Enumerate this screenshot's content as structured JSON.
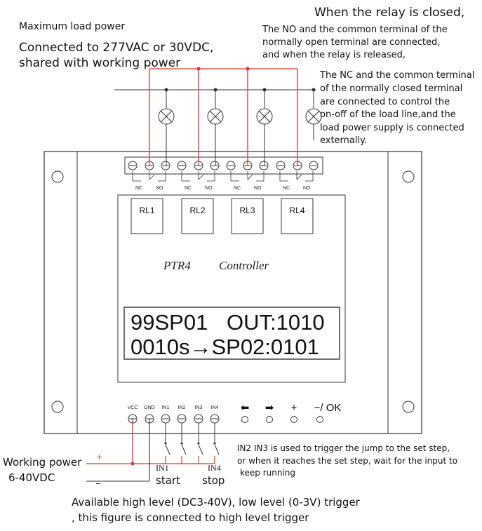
{
  "notes": {
    "max_load_title": "Maximum load power",
    "connected_line1": "Connected to 277VAC or 30VDC,",
    "connected_line2": "shared with working power",
    "relay_closed_title": "When the relay is closed,",
    "no_text_1": "The NO and the common terminal of the",
    "no_text_2": "normally open terminal are connected,",
    "no_text_3": "and when the relay is released,",
    "nc_text_1": "The NC and the common terminal",
    "nc_text_2": "of the normally closed terminal",
    "nc_text_3": "are connected to control the",
    "nc_text_4": "on-off of the load line,and the",
    "nc_text_5": "load power supply is connected",
    "nc_text_6": "externally.",
    "working_power_1": "Working power",
    "working_power_2": "6-40VDC",
    "plus_sign": "+",
    "minus_sign": "_",
    "in2_in3_1": "IN2 IN3 is used to trigger the jump to the set step,",
    "in2_in3_2": "or when it reaches the set step, wait for the input to",
    "in2_in3_3": "keep running",
    "trigger_1": "Available high level (DC3-40V), low level (0-3V) trigger",
    "trigger_2": ", this figure is connected to high level trigger"
  },
  "device": {
    "brand": "PTR4",
    "brand_suffix": "Controller",
    "relays": [
      "RL1",
      "RL2",
      "RL3",
      "RL4"
    ],
    "contact_nc": "NC",
    "contact_no": "NO",
    "lcd_line1_left": "99SP01",
    "lcd_line1_right": "OUT:1010",
    "lcd_line2": "0010s→SP02:0101",
    "input_labels": [
      "VCC",
      "GND",
      "IN1",
      "IN2",
      "IN3",
      "IN4"
    ],
    "buttons": [
      "⬅",
      "➡",
      "+",
      "−/ OK"
    ],
    "in1_label": "IN1",
    "in1_sub": "start",
    "in4_label": "IN4",
    "in4_sub": "stop"
  },
  "colors": {
    "wire_red": "#e8312f",
    "outline": "#333333"
  }
}
